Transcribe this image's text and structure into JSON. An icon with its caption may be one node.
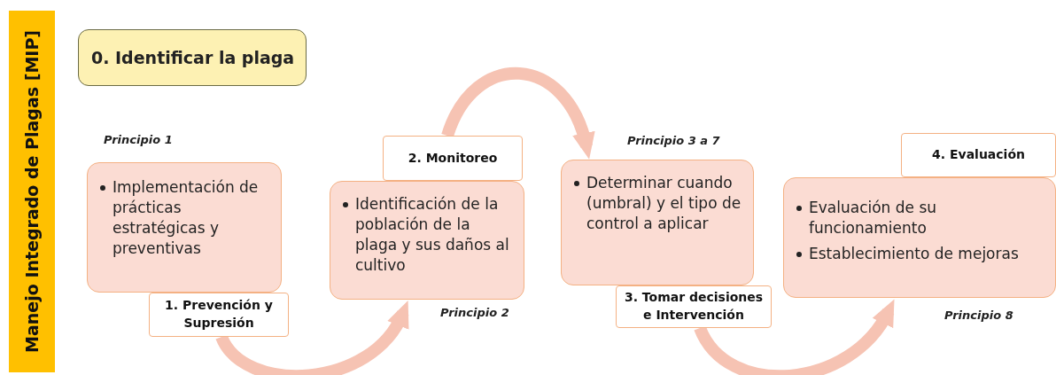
{
  "diagram": {
    "nodes": [
      {
        "text": [
          "Manejo Integrado de Plagas [MIP]"
        ]
      },
      {
        "text": [
          "0. Identificar la plaga"
        ]
      },
      {
        "text": [
          "Implementación de prácticas estratégicas y preventivas"
        ],
        "beside": [
          "Principio 1"
        ]
      },
      {
        "text": [
          "1. Prevención y Supresión"
        ]
      },
      {
        "text": [
          "Identificación de la población de la plaga y sus daños al cultivo"
        ],
        "beside": [
          "Principio 2"
        ]
      },
      {
        "text": [
          "2. Monitoreo"
        ]
      },
      {
        "text": [
          "Determinar cuando (umbral) y el tipo de control a aplicar"
        ],
        "beside": [
          "Principio 3 a 7"
        ]
      },
      {
        "text": [
          "3. Tomar decisiones e Intervención"
        ]
      },
      {
        "text": [
          "Evaluación de su funcionamiento",
          "Establecimiento de mejoras"
        ],
        "beside": [
          "Principio 8"
        ]
      },
      {
        "text": [
          "4. Evaluación"
        ]
      }
    ],
    "edges": [
      {
        "from": 3,
        "to": 4,
        "arrow": "to"
      },
      {
        "from": 5,
        "to": 6,
        "arrow": "to"
      },
      {
        "from": 7,
        "to": 8,
        "arrow": "to"
      }
    ]
  }
}
